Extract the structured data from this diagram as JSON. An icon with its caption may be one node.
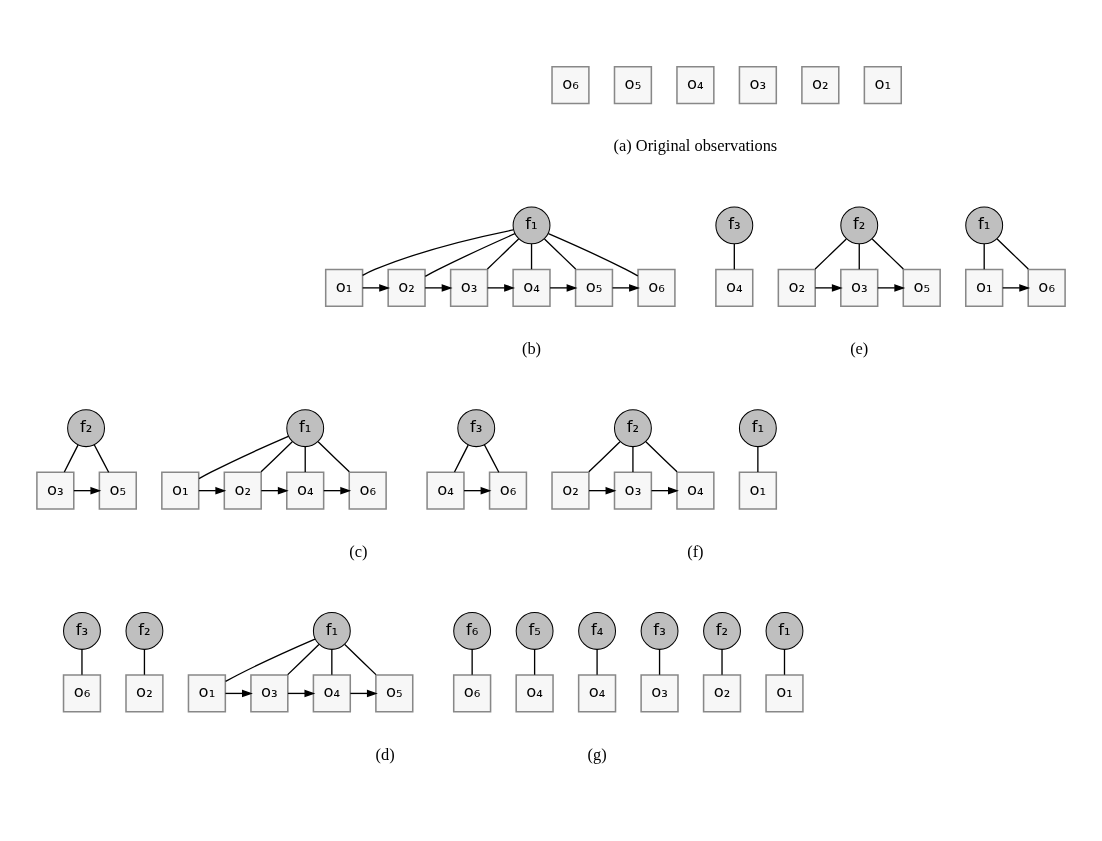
{
  "diagram": {
    "nodes": [
      {
        "text": [
          "o₁"
        ]
      },
      {
        "text": [
          "o₂"
        ]
      },
      {
        "text": [
          "o₃"
        ]
      },
      {
        "text": [
          "o₄"
        ]
      },
      {
        "text": [
          "o₅"
        ]
      },
      {
        "text": [
          "o₆"
        ]
      },
      {
        "text": [
          "f₁"
        ]
      },
      {
        "text": [
          "o₁"
        ]
      },
      {
        "text": [
          "o₂"
        ]
      },
      {
        "text": [
          "o₃"
        ]
      },
      {
        "text": [
          "o₄"
        ]
      },
      {
        "text": [
          "o₅"
        ]
      },
      {
        "text": [
          "o₆"
        ]
      },
      {
        "text": [
          "f₁"
        ]
      },
      {
        "text": [
          "f₂"
        ]
      },
      {
        "text": [
          "f₃"
        ]
      },
      {
        "text": [
          "o₁"
        ]
      },
      {
        "text": [
          "o₆"
        ]
      },
      {
        "text": [
          "o₂"
        ]
      },
      {
        "text": [
          "o₃"
        ]
      },
      {
        "text": [
          "o₅"
        ]
      },
      {
        "text": [
          "o₄"
        ]
      },
      {
        "text": [
          "f₁"
        ]
      },
      {
        "text": [
          "f₂"
        ]
      },
      {
        "text": [
          "o₁"
        ]
      },
      {
        "text": [
          "o₂"
        ]
      },
      {
        "text": [
          "o₄"
        ]
      },
      {
        "text": [
          "o₆"
        ]
      },
      {
        "text": [
          "o₃"
        ]
      },
      {
        "text": [
          "o₅"
        ]
      },
      {
        "text": [
          "f₁"
        ]
      },
      {
        "text": [
          "f₂"
        ]
      },
      {
        "text": [
          "f₃"
        ]
      },
      {
        "text": [
          "o₁"
        ]
      },
      {
        "text": [
          "o₂"
        ]
      },
      {
        "text": [
          "o₃"
        ]
      },
      {
        "text": [
          "o₄"
        ]
      },
      {
        "text": [
          "o₄"
        ]
      },
      {
        "text": [
          "o₆"
        ]
      },
      {
        "text": [
          "f₁"
        ]
      },
      {
        "text": [
          "f₂"
        ]
      },
      {
        "text": [
          "f₃"
        ]
      },
      {
        "text": [
          "o₁"
        ]
      },
      {
        "text": [
          "o₃"
        ]
      },
      {
        "text": [
          "o₄"
        ]
      },
      {
        "text": [
          "o₅"
        ]
      },
      {
        "text": [
          "o₂"
        ]
      },
      {
        "text": [
          "o₆"
        ]
      },
      {
        "text": [
          "f₁"
        ]
      },
      {
        "text": [
          "f₂"
        ]
      },
      {
        "text": [
          "f₃"
        ]
      },
      {
        "text": [
          "f₄"
        ]
      },
      {
        "text": [
          "f₅"
        ]
      },
      {
        "text": [
          "f₆"
        ]
      },
      {
        "text": [
          "o₁"
        ]
      },
      {
        "text": [
          "o₂"
        ]
      },
      {
        "text": [
          "o₃"
        ]
      },
      {
        "text": [
          "o₄"
        ]
      },
      {
        "text": [
          "o₄"
        ]
      },
      {
        "text": [
          "o₆"
        ]
      }
    ],
    "edges": [
      {
        "from": 6,
        "to": 7,
        "arrow": "none"
      },
      {
        "from": 6,
        "to": 8,
        "arrow": "none"
      },
      {
        "from": 6,
        "to": 9,
        "arrow": "none"
      },
      {
        "from": 6,
        "to": 10,
        "arrow": "none"
      },
      {
        "from": 6,
        "to": 11,
        "arrow": "none"
      },
      {
        "from": 6,
        "to": 12,
        "arrow": "none"
      },
      {
        "from": 7,
        "to": 8,
        "arrow": "to"
      },
      {
        "from": 8,
        "to": 9,
        "arrow": "to"
      },
      {
        "from": 9,
        "to": 10,
        "arrow": "to"
      },
      {
        "from": 10,
        "to": 11,
        "arrow": "to"
      },
      {
        "from": 11,
        "to": 12,
        "arrow": "to"
      },
      {
        "from": 13,
        "to": 16,
        "arrow": "none"
      },
      {
        "from": 13,
        "to": 17,
        "arrow": "none"
      },
      {
        "from": 16,
        "to": 17,
        "arrow": "to"
      },
      {
        "from": 14,
        "to": 18,
        "arrow": "none"
      },
      {
        "from": 14,
        "to": 19,
        "arrow": "none"
      },
      {
        "from": 14,
        "to": 20,
        "arrow": "none"
      },
      {
        "from": 18,
        "to": 19,
        "arrow": "to"
      },
      {
        "from": 19,
        "to": 20,
        "arrow": "to"
      },
      {
        "from": 15,
        "to": 21,
        "arrow": "none"
      },
      {
        "from": 22,
        "to": 24,
        "arrow": "none"
      },
      {
        "from": 22,
        "to": 25,
        "arrow": "none"
      },
      {
        "from": 22,
        "to": 26,
        "arrow": "none"
      },
      {
        "from": 22,
        "to": 27,
        "arrow": "none"
      },
      {
        "from": 24,
        "to": 25,
        "arrow": "to"
      },
      {
        "from": 25,
        "to": 26,
        "arrow": "to"
      },
      {
        "from": 26,
        "to": 27,
        "arrow": "to"
      },
      {
        "from": 23,
        "to": 28,
        "arrow": "none"
      },
      {
        "from": 23,
        "to": 29,
        "arrow": "none"
      },
      {
        "from": 28,
        "to": 29,
        "arrow": "to"
      },
      {
        "from": 30,
        "to": 33,
        "arrow": "none"
      },
      {
        "from": 31,
        "to": 34,
        "arrow": "none"
      },
      {
        "from": 31,
        "to": 35,
        "arrow": "none"
      },
      {
        "from": 31,
        "to": 36,
        "arrow": "none"
      },
      {
        "from": 34,
        "to": 35,
        "arrow": "to"
      },
      {
        "from": 35,
        "to": 36,
        "arrow": "to"
      },
      {
        "from": 32,
        "to": 37,
        "arrow": "none"
      },
      {
        "from": 32,
        "to": 38,
        "arrow": "none"
      },
      {
        "from": 37,
        "to": 38,
        "arrow": "to"
      },
      {
        "from": 39,
        "to": 42,
        "arrow": "none"
      },
      {
        "from": 39,
        "to": 43,
        "arrow": "none"
      },
      {
        "from": 39,
        "to": 44,
        "arrow": "none"
      },
      {
        "from": 39,
        "to": 45,
        "arrow": "none"
      },
      {
        "from": 42,
        "to": 43,
        "arrow": "to"
      },
      {
        "from": 43,
        "to": 44,
        "arrow": "to"
      },
      {
        "from": 44,
        "to": 45,
        "arrow": "to"
      },
      {
        "from": 40,
        "to": 46,
        "arrow": "none"
      },
      {
        "from": 41,
        "to": 47,
        "arrow": "none"
      },
      {
        "from": 48,
        "to": 54,
        "arrow": "none"
      },
      {
        "from": 49,
        "to": 55,
        "arrow": "none"
      },
      {
        "from": 50,
        "to": 56,
        "arrow": "none"
      },
      {
        "from": 51,
        "to": 57,
        "arrow": "none"
      },
      {
        "from": 52,
        "to": 58,
        "arrow": "none"
      },
      {
        "from": 53,
        "to": 59,
        "arrow": "none"
      }
    ],
    "labels": [
      "(a) Original observations",
      "(b)",
      "(e)",
      "(c)",
      "(f)",
      "(d)",
      "(g)"
    ]
  }
}
